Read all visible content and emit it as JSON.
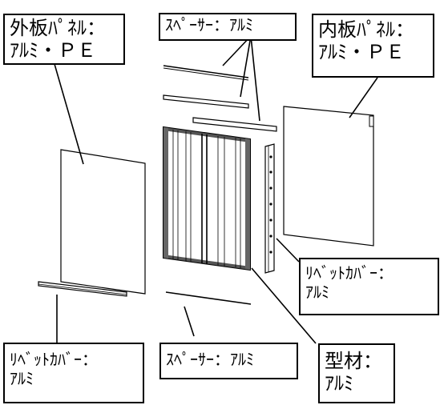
{
  "labels": {
    "outer_panel": {
      "line1": "外板ﾊﾟﾈﾙ：",
      "line2": "ｱﾙﾐ・ＰＥ"
    },
    "spacer_top": {
      "line1": "ｽﾍﾟｰｻｰ：ｱﾙﾐ"
    },
    "inner_panel": {
      "line1": "内板ﾊﾟﾈﾙ：",
      "line2": "ｱﾙﾐ・ＰＥ"
    },
    "rivet_cover_right": {
      "line1": "ﾘﾍﾞｯﾄｶﾊﾞｰ：",
      "line2": "ｱﾙﾐ"
    },
    "rivet_cover_left": {
      "line1": "ﾘﾍﾞｯﾄｶﾊﾞｰ：",
      "line2": "ｱﾙﾐ"
    },
    "spacer_bottom": {
      "line1": "ｽﾍﾟｰｻｰ：ｱﾙﾐ"
    },
    "frame": {
      "line1": "型材：",
      "line2": "ｱﾙﾐ"
    }
  },
  "colors": {
    "line": "#000000",
    "background": "#ffffff",
    "frame_fill": "#9a9a9a"
  }
}
